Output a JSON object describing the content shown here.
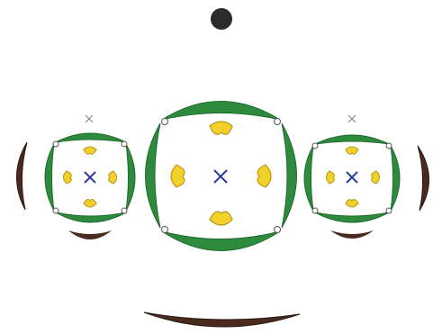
{
  "diagram": {
    "description_labels": [],
    "colors": {
      "background": "#ffffff",
      "outline": "#2a2a2a",
      "green": "#2e8b3e",
      "green_dark": "#1f6b2c",
      "yellow": "#f2d22a",
      "yellow_outline": "#b8961a",
      "blue_cross": "#2b3f9e",
      "grey_cross": "#8a8a8a",
      "brown": "#4a2a1e",
      "dot": "#2b2b2b"
    },
    "flowers": [
      {
        "id": "lateral-left",
        "yellow_organs": 4,
        "top_marker": "×",
        "center_marker": "×"
      },
      {
        "id": "central",
        "yellow_organs": 4,
        "top_marker": "",
        "center_marker": "×"
      },
      {
        "id": "lateral-right",
        "yellow_organs": 4,
        "top_marker": "×",
        "center_marker": "×"
      }
    ],
    "icons": {
      "axis": "dot-icon",
      "bract": "bract-icon",
      "bracteole": "bracteole-icon"
    }
  }
}
